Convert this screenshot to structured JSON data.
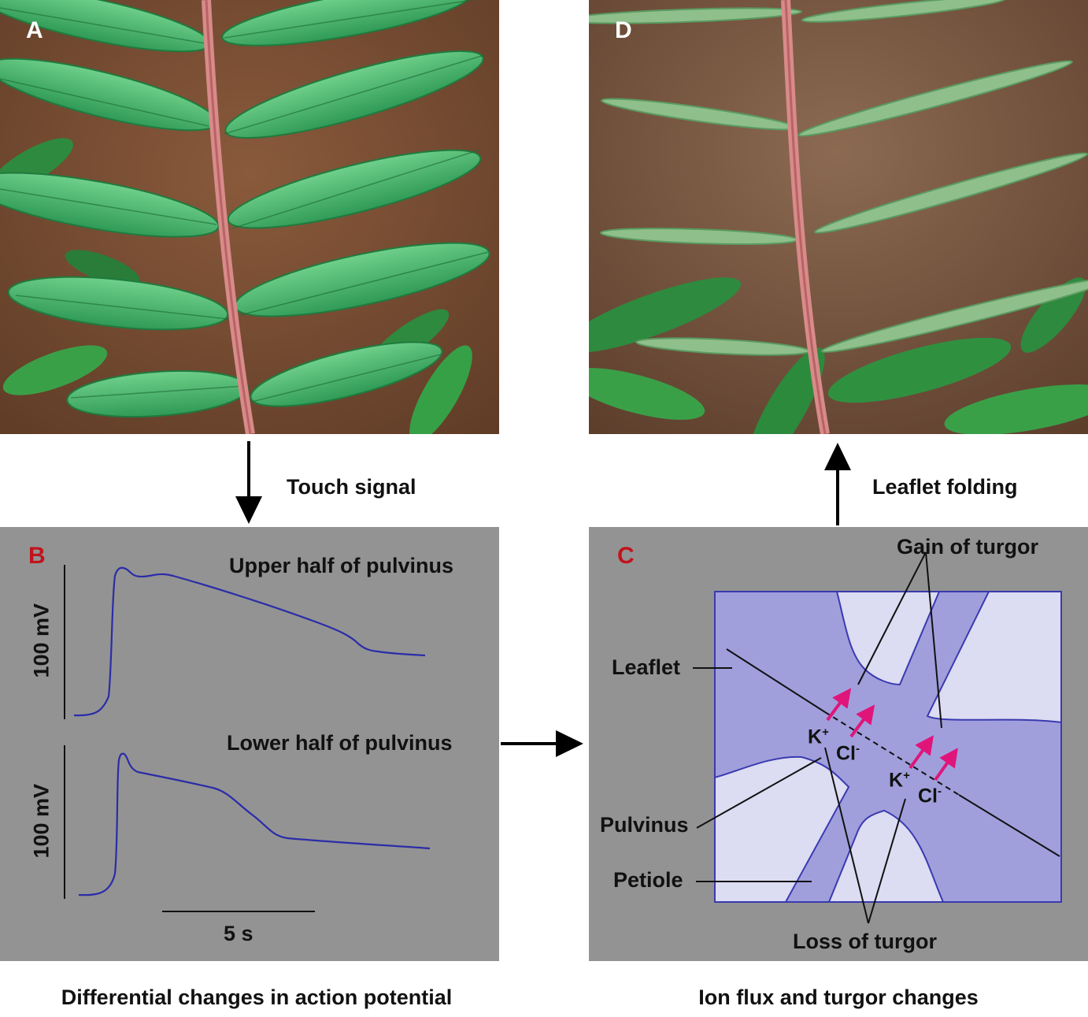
{
  "panels": {
    "a": {
      "letter": "A"
    },
    "d": {
      "letter": "D"
    },
    "b": {
      "letter": "B",
      "upper_label": "Upper half of pulvinus",
      "lower_label": "Lower half of pulvinus",
      "scale_y": "100 mV",
      "scale_x": "5 s"
    },
    "c": {
      "letter": "C",
      "gain": "Gain of turgor",
      "leaflet": "Leaflet",
      "pulvinus": "Pulvinus",
      "petiole": "Petiole",
      "loss": "Loss of turgor",
      "k": "K",
      "k_sup": "+",
      "cl": "Cl",
      "cl_sup": "-"
    }
  },
  "arrows": {
    "touch": "Touch signal",
    "folding": "Leaflet folding"
  },
  "captions": {
    "left": "Differential changes in action potential",
    "right": "Ion flux and turgor changes"
  },
  "colors": {
    "panel_gray": "#939393",
    "trace_blue": "#2b2ca8",
    "tissue_dark": "#a09fdc",
    "tissue_light": "#dcdcf2",
    "border_blue": "#3a3ab0",
    "ion_arrow": "#e0157a",
    "letter_red": "#c0141c"
  }
}
